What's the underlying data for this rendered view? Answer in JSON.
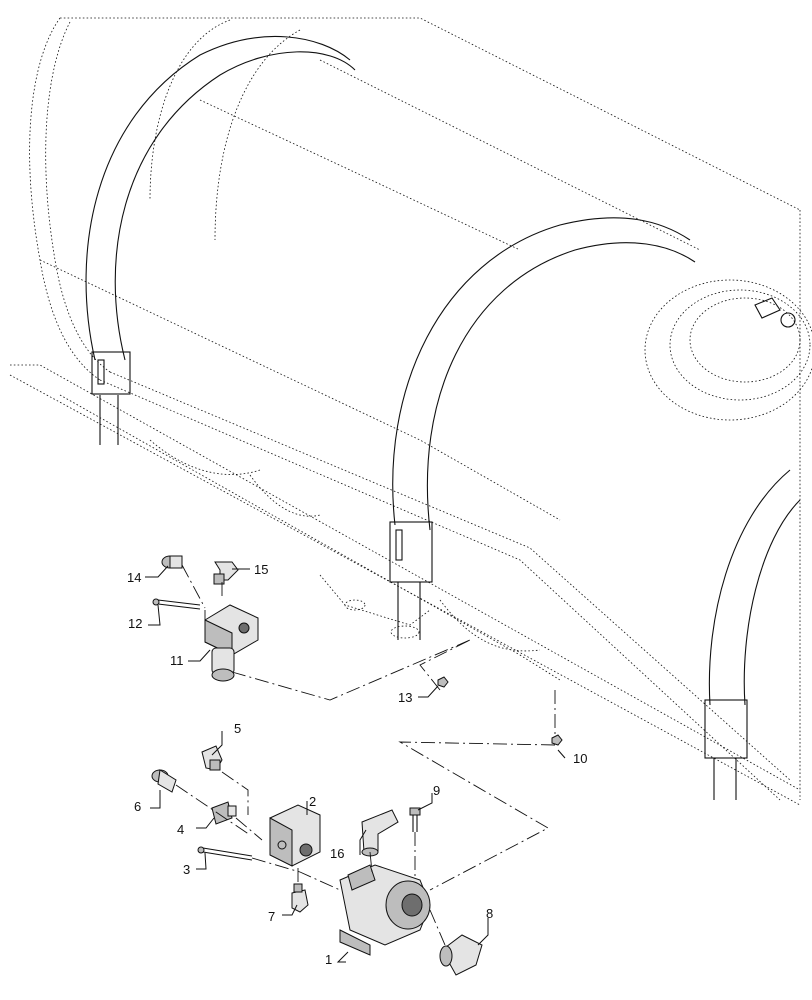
{
  "callouts": [
    {
      "id": "c1",
      "text": "1"
    },
    {
      "id": "c2",
      "text": "2"
    },
    {
      "id": "c3",
      "text": "3"
    },
    {
      "id": "c4",
      "text": "4"
    },
    {
      "id": "c5",
      "text": "5"
    },
    {
      "id": "c6",
      "text": "6"
    },
    {
      "id": "c7",
      "text": "7"
    },
    {
      "id": "c8",
      "text": "8"
    },
    {
      "id": "c9",
      "text": "9"
    },
    {
      "id": "c10",
      "text": "10"
    },
    {
      "id": "c11",
      "text": "11"
    },
    {
      "id": "c12",
      "text": "12"
    },
    {
      "id": "c13",
      "text": "13"
    },
    {
      "id": "c14",
      "text": "14"
    },
    {
      "id": "c15",
      "text": "15"
    },
    {
      "id": "c16",
      "text": "16"
    }
  ]
}
